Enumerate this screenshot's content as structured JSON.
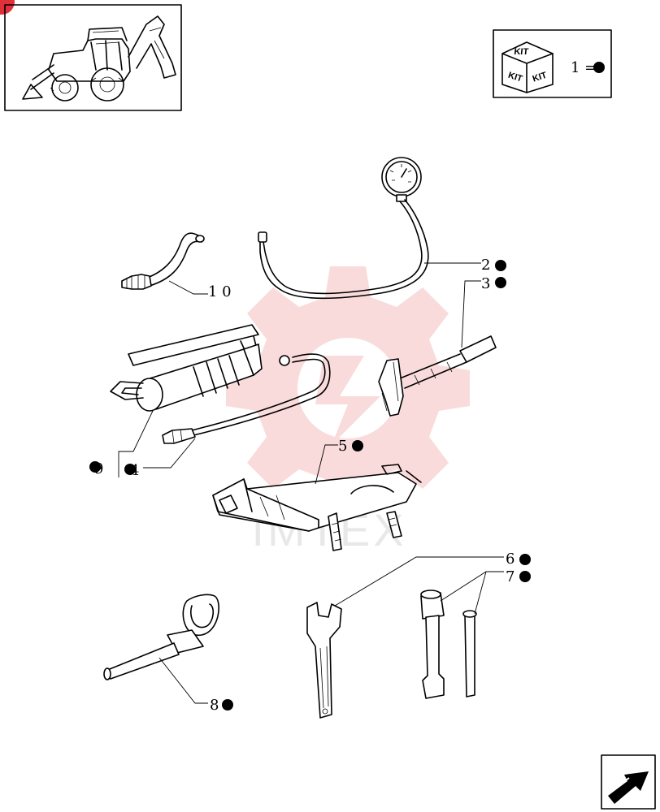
{
  "legend": {
    "kit_labels": [
      "KIT",
      "KIT",
      "KIT"
    ],
    "equation": "1 ="
  },
  "callouts": [
    {
      "id": "p2",
      "text": "2"
    },
    {
      "id": "p3",
      "text": "3"
    },
    {
      "id": "p10",
      "text": "1 0"
    },
    {
      "id": "p5",
      "text": "5"
    },
    {
      "id": "p9",
      "text": "9"
    },
    {
      "id": "p4",
      "text": "4"
    },
    {
      "id": "p6",
      "text": "6"
    },
    {
      "id": "p7",
      "text": "7"
    },
    {
      "id": "p8",
      "text": "8"
    }
  ],
  "watermark": {
    "text": "IMTEX",
    "color": "#f08080"
  },
  "colors": {
    "ink": "#000000",
    "corner_badge": "#e0303a"
  }
}
